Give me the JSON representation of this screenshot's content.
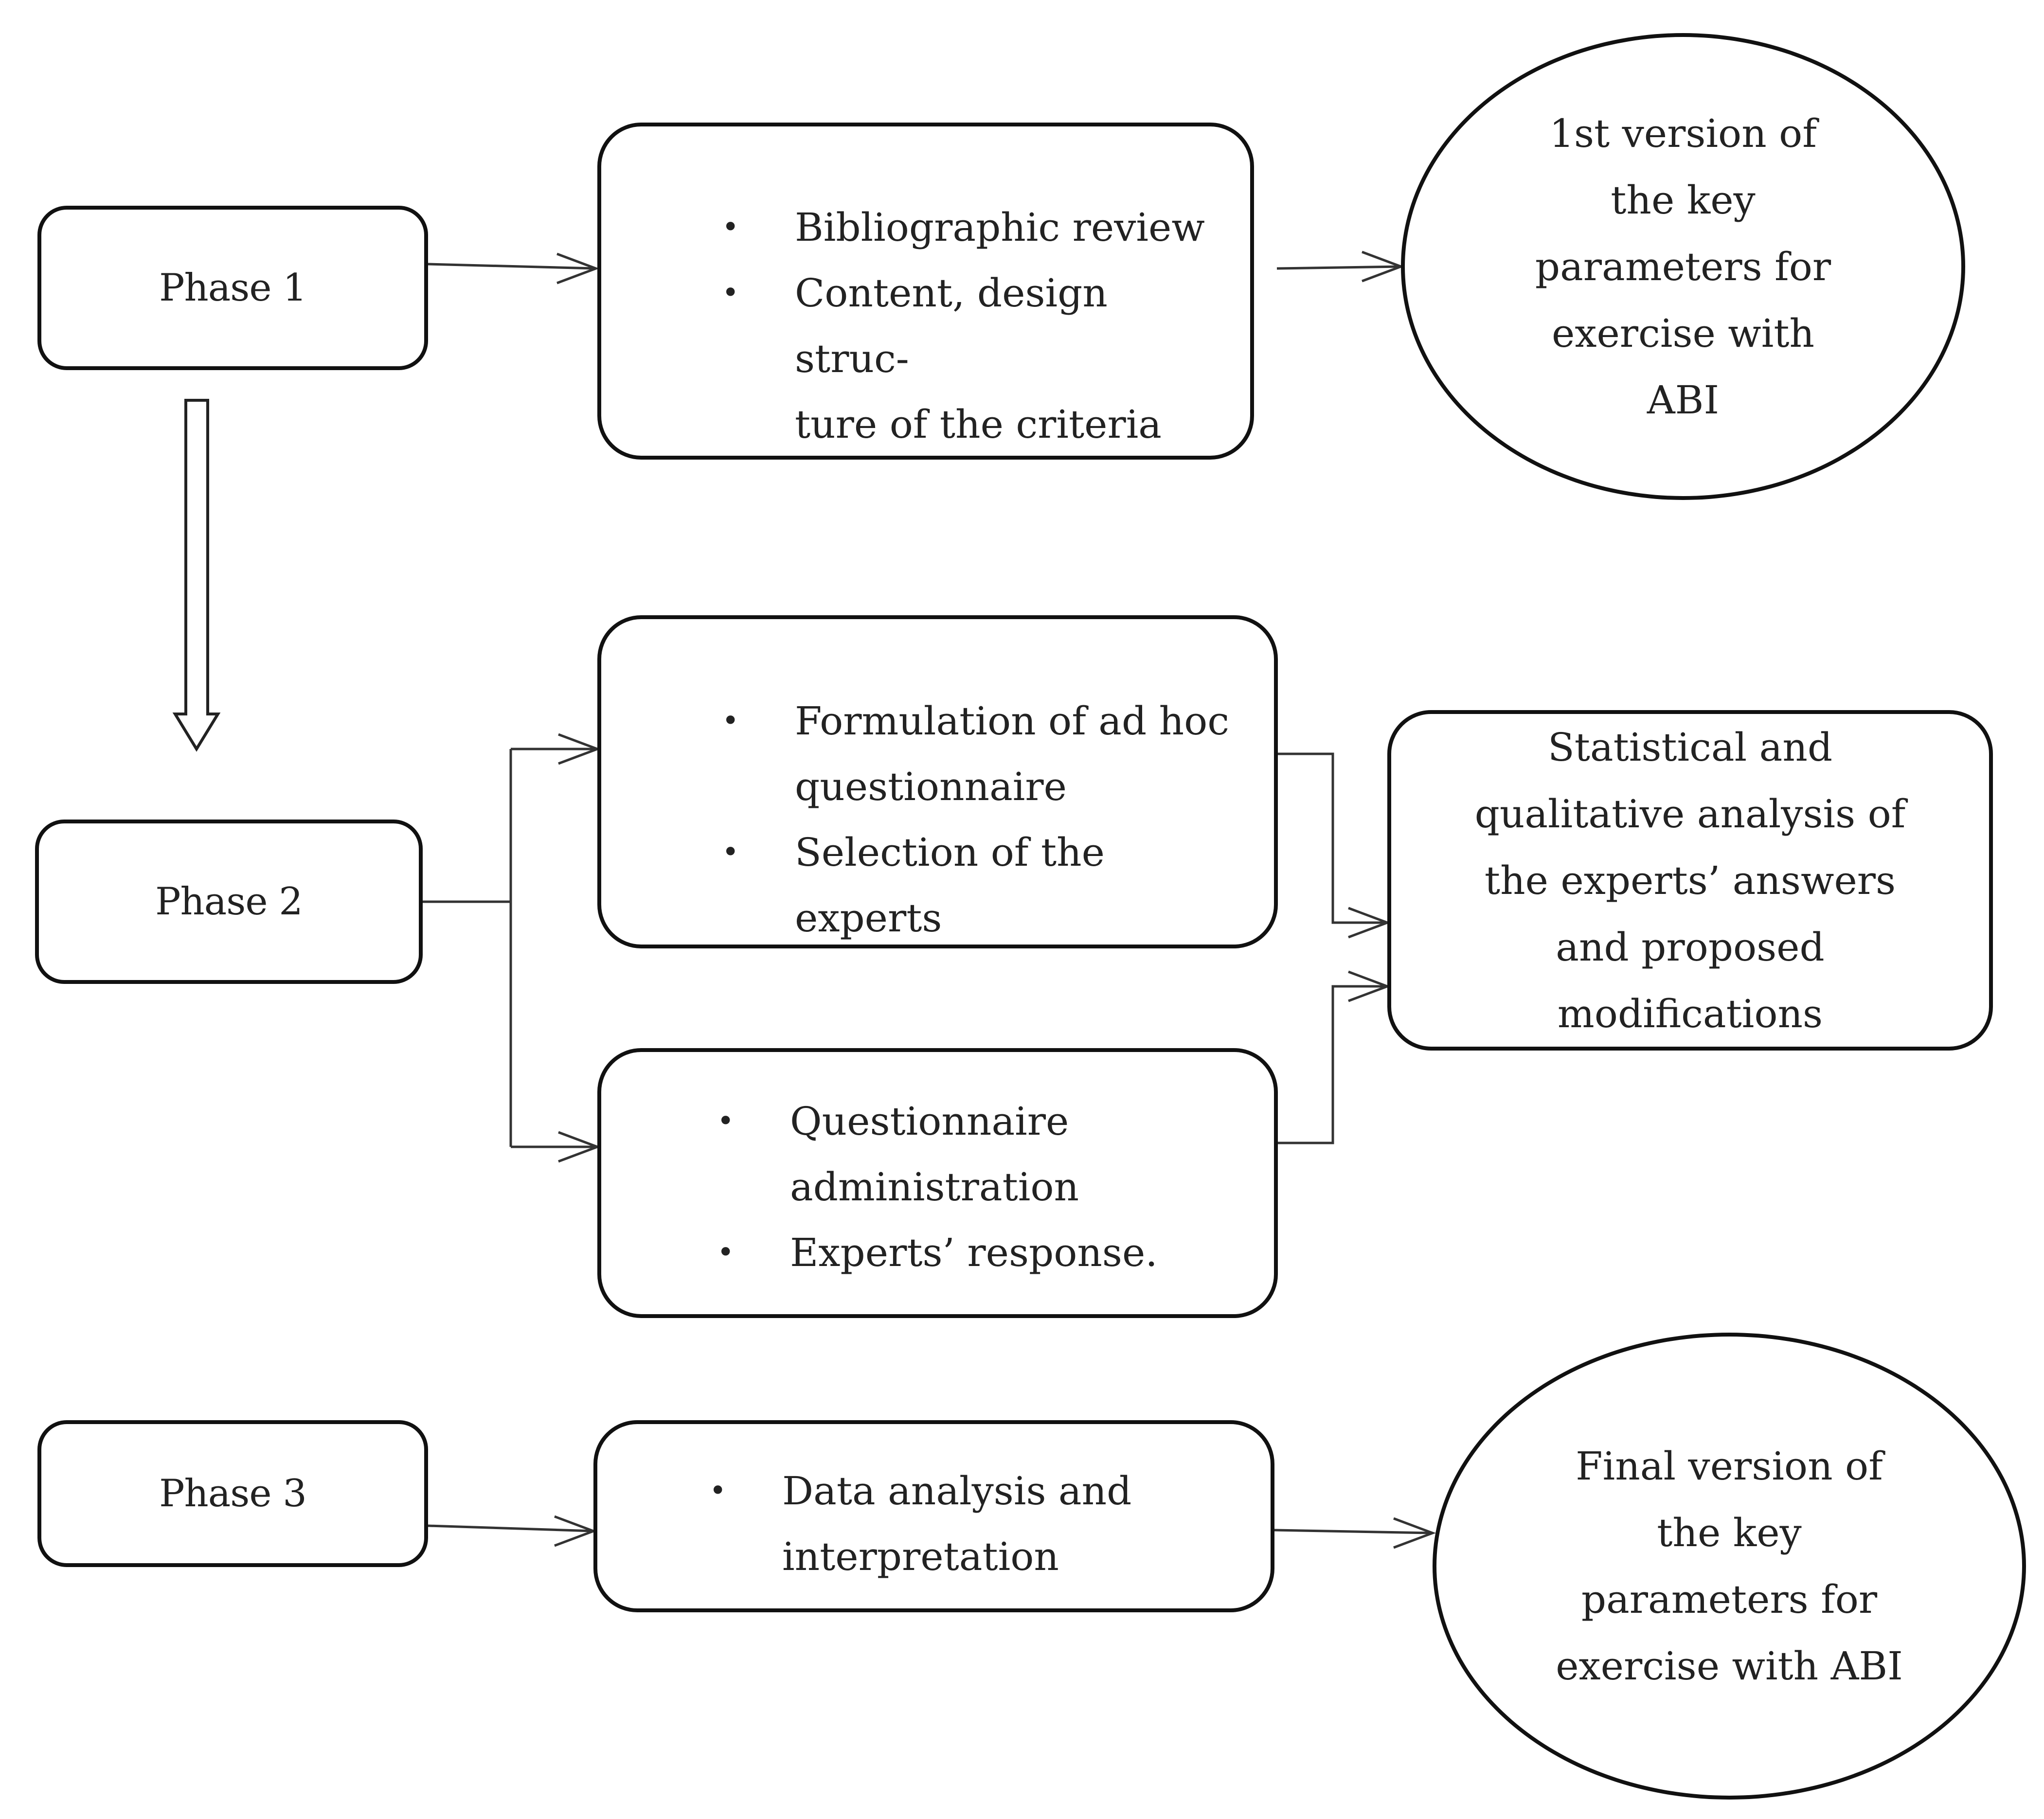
{
  "phases": [
    {
      "label": "Phase 1"
    },
    {
      "label": "Phase 2"
    },
    {
      "label": "Phase 3"
    }
  ],
  "phase1": {
    "steps": [
      "Bibliographic review",
      "Content, design struc-\nture of the criteria"
    ],
    "output": "1st version of the key parameters for exercise with ABI"
  },
  "phase2": {
    "group_a": [
      "Formulation of ad hoc questionnaire",
      "Selection of the experts"
    ],
    "group_b": [
      "Questionnaire administration",
      "Experts’ response."
    ],
    "output": "Statistical and qualitative analysis of the experts’ answers and proposed modifications"
  },
  "phase3": {
    "steps": [
      "Data analysis and interpretation"
    ],
    "output": "Final version of the key parameters for exercise with ABI"
  }
}
